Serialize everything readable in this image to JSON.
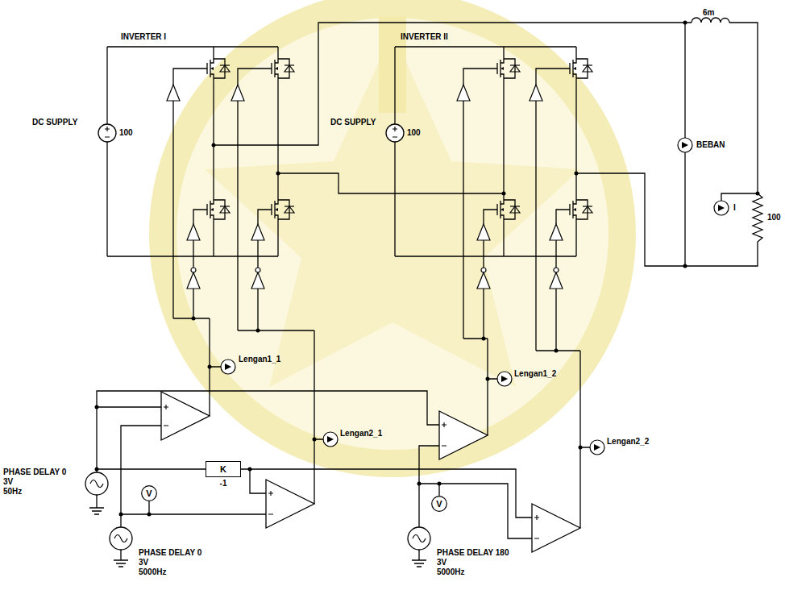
{
  "diagram": {
    "nodes": [
      {
        "text": [
          "K",
          "-1"
        ]
      },
      {
        "text": [
          "V"
        ]
      },
      {
        "text": [
          "V"
        ]
      }
    ],
    "labels": [
      "INVERTER I",
      "INVERTER II",
      "DC SUPPLY",
      "100",
      "DC SUPPLY",
      "100",
      "6m",
      "BEBAN",
      "I",
      "100",
      "Lengan1_1",
      "Lengan1_2",
      "Lengan2_1",
      "Lengan2_2",
      "PHASE DELAY 0",
      "3V",
      "50Hz",
      "PHASE DELAY 0",
      "3V",
      "5000Hz",
      "PHASE DELAY 180",
      "3V",
      "5000Hz"
    ]
  }
}
